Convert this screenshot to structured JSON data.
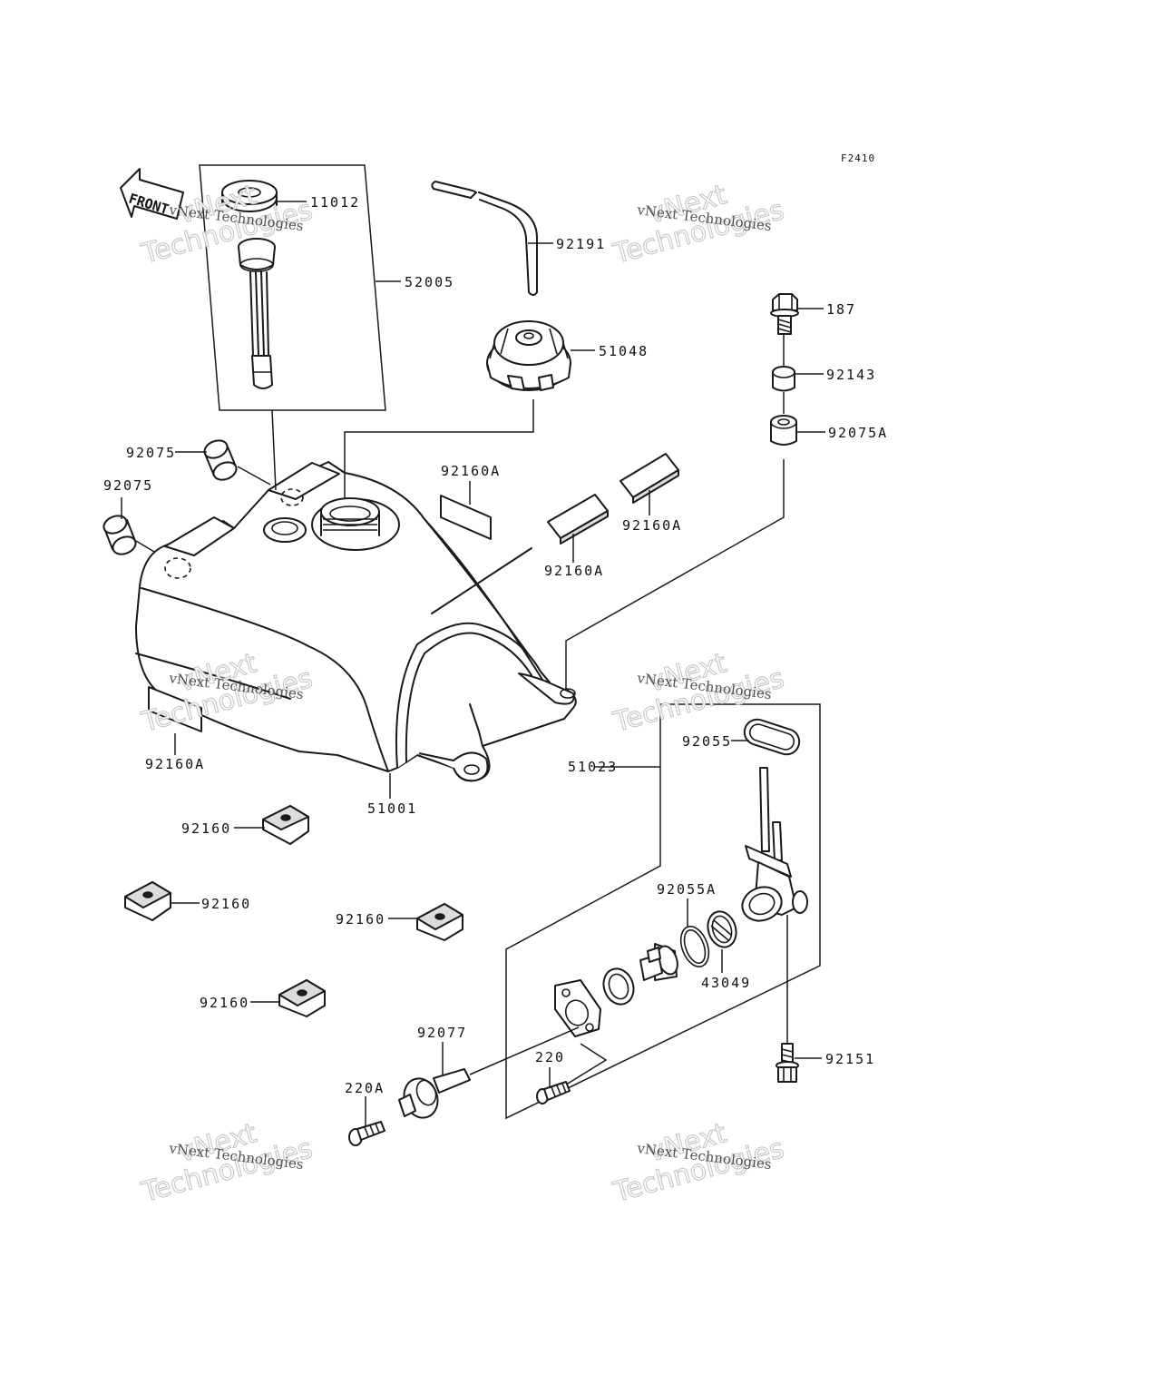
{
  "figure_code": "F2410",
  "front_arrow_text": "FRONT",
  "watermark": {
    "line1": "vNext Technologies",
    "big_a": "vNext",
    "big_b": "Technologies"
  },
  "callouts": {
    "p11012": "11012",
    "p52005": "52005",
    "p92191": "92191",
    "p51048": "51048",
    "p187": "187",
    "p92143": "92143",
    "p92075A": "92075A",
    "p92075_a": "92075",
    "p92075_b": "92075",
    "p92160A_1": "92160A",
    "p92160A_2": "92160A",
    "p92160A_3": "92160A",
    "p92160A_4": "92160A",
    "p51001": "51001",
    "p51023": "51023",
    "p92055": "92055",
    "p92055A": "92055A",
    "p43049": "43049",
    "p92160_1": "92160",
    "p92160_2": "92160",
    "p92160_3": "92160",
    "p92160_4": "92160",
    "p92077": "92077",
    "p220": "220",
    "p220A": "220A",
    "p92151": "92151"
  }
}
